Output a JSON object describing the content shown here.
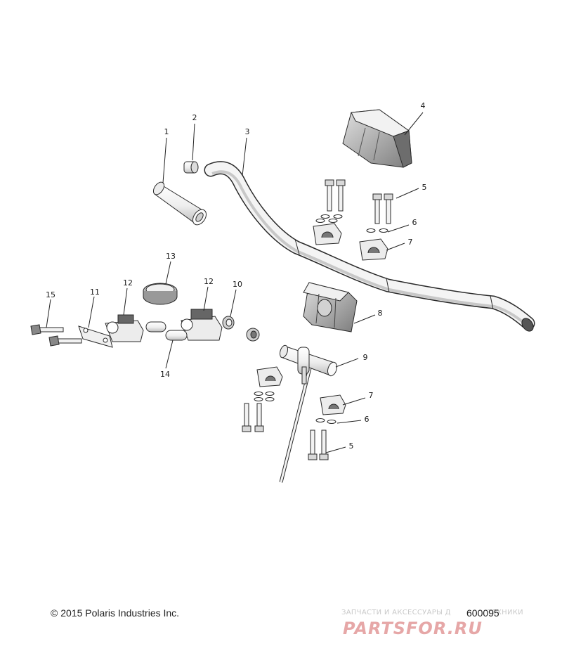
{
  "callouts": [
    "1",
    "2",
    "3",
    "4",
    "5",
    "6",
    "7",
    "8",
    "9",
    "10",
    "11",
    "12",
    "13",
    "14",
    "15",
    "12",
    "7",
    "6",
    "5"
  ],
  "footer": {
    "copyright": "© 2015 Polaris Industries Inc.",
    "figure_number": "600095"
  },
  "watermark": {
    "line1": "ЗАПЧАСТИ И АКСЕССУАРЫ Д",
    "line1_end": "ТЕХНИКИ",
    "logo": "PARTSFOR.RU"
  },
  "colors": {
    "ink": "#2a2a2a",
    "part_fill": "#f2f2f2",
    "part_dark": "#9a9a9a",
    "watermark": "#e6a7a7"
  }
}
